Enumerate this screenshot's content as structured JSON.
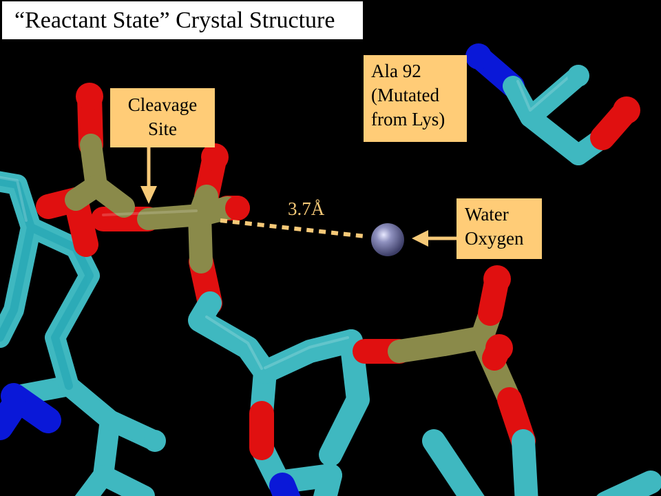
{
  "title": "“Reactant State” Crystal Structure",
  "labels": {
    "cleavage": [
      "Cleavage",
      "Site"
    ],
    "ala": [
      "Ala 92",
      "(Mutated",
      "from Lys)"
    ],
    "water": [
      "Water",
      "Oxygen"
    ],
    "distance": "3.7Å"
  },
  "colors": {
    "background": "#000000",
    "carbon": "#3fb8c0",
    "oxygen": "#e01010",
    "phosphorus": "#8a8a4a",
    "nitrogen": "#0a18d8",
    "water_atom": "#6b6d98",
    "label_fill": "#ffcc77",
    "callout": "#f6c978"
  }
}
